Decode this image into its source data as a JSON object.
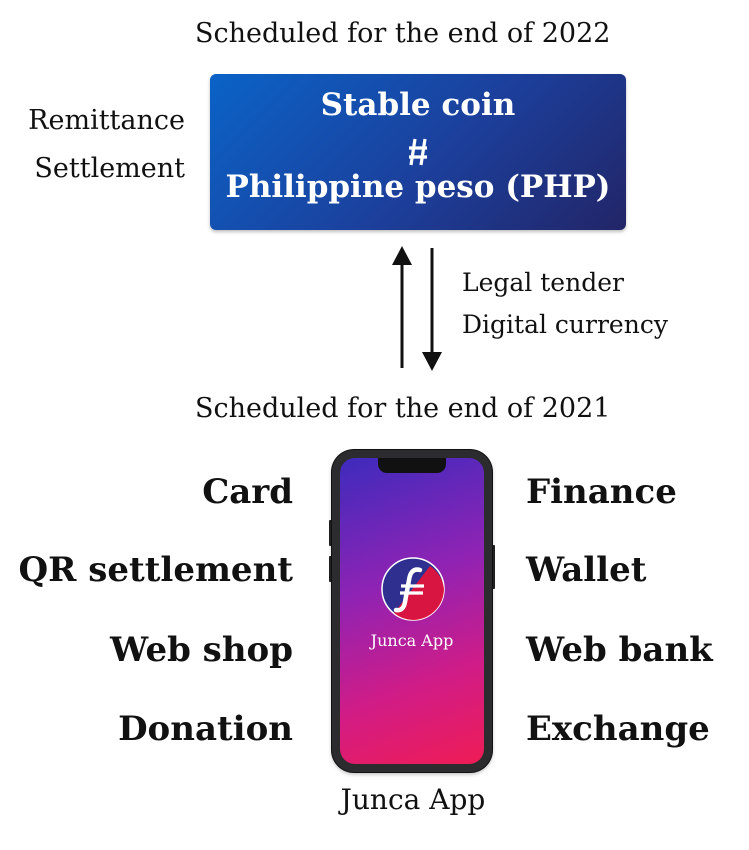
{
  "schedules": {
    "top": "Scheduled for the end of 2022",
    "middle": "Scheduled for the end of 2021"
  },
  "side_labels": [
    "Remittance",
    "Settlement"
  ],
  "coin_box": {
    "title": "Stable coin",
    "relation_symbol": "not-equal-icon",
    "currency": "Philippine peso (PHP)"
  },
  "link_labels": [
    "Legal tender",
    "Digital currency"
  ],
  "features_left": [
    "Card",
    "QR settlement",
    "Web shop",
    "Donation"
  ],
  "features_right": [
    "Finance",
    "Wallet",
    "Web bank",
    "Exchange"
  ],
  "phone": {
    "screen_label": "Junca App",
    "logo_icon": "junca-logo-icon"
  },
  "caption": "Junca App",
  "colors": {
    "coin_box_start": "#0a63c7",
    "coin_box_end": "#222567",
    "screen_top": "#3d2bbd",
    "screen_bottom": "#ef1c55",
    "logo_bg": "#2e2f8f",
    "logo_accent": "#e0143c"
  }
}
